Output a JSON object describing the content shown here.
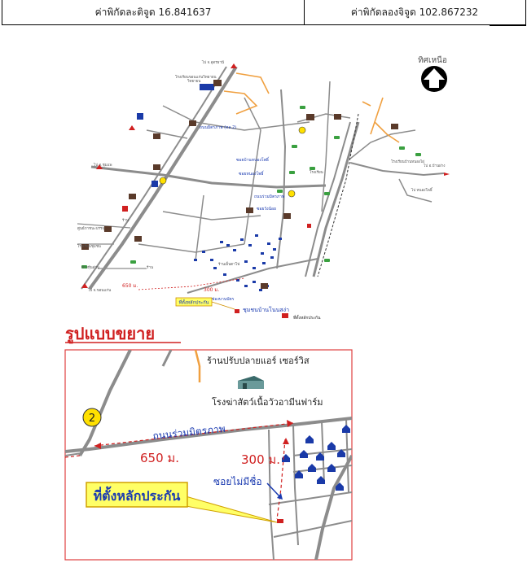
{
  "header": {
    "latitude_label": "ค่าพิกัดละติจูด 16.841637",
    "longitude_label": "ค่าพิกัดลองจิจูด 102.867232"
  },
  "overview_map": {
    "north_label": "ทิศเหนือ",
    "distance_650": "650 ม.",
    "distance_300": "300 ม.",
    "collateral_label": "ที่ตั้งหลักประกัน",
    "community_label": "ชุมชนบ้านโนนสง่า",
    "legend_label": "ที่ตั้งหลักประกัน",
    "zone_label": "ช่องบานบัตร"
  },
  "zoom_title": "รูปแบบขยาย",
  "zoom_map": {
    "shop_label": "ร้านปรับปลายแอร์ เซอร์วิส",
    "slaughter_label": "โรงฆ่าสัตว์เนื้อวัวอามีนฟาร์ม",
    "road_label": "ถนนร่วมมิตรภาพ",
    "distance_650": "650 ม.",
    "distance_300": "300 ม.",
    "alley_label": "ซอยไม่มีชื่อ",
    "collateral_label": "ที่ตั้งหลักประกัน",
    "circle_number": "2"
  },
  "colors": {
    "road_gray": "#8c8c8c",
    "road_orange": "#f0a040",
    "zoom_border": "#e04040",
    "callout_fill": "#ffff66",
    "distance_red": "#d02020",
    "label_blue": "#1a3ab0",
    "house_blue": "#1a3aa8"
  }
}
